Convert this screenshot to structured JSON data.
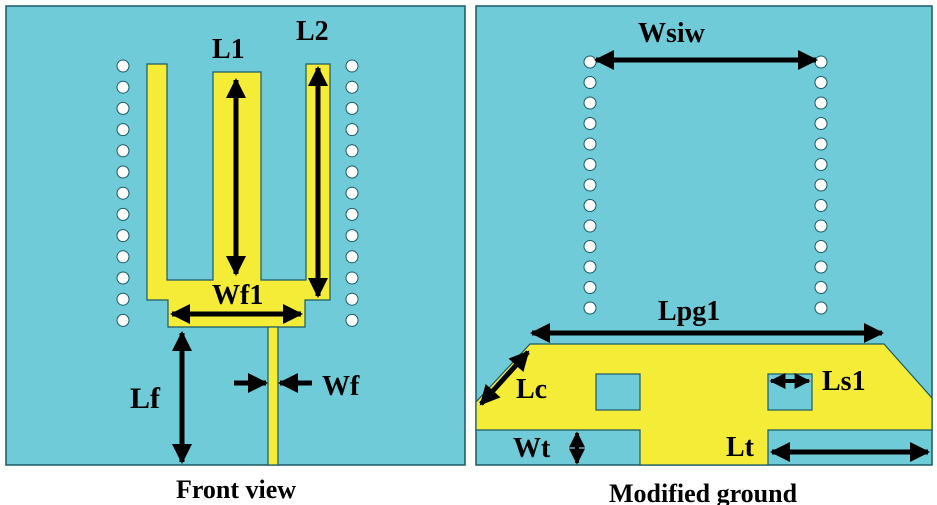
{
  "colors": {
    "substrate": "#6fcbd8",
    "metal": "#f4ec36",
    "outline": "#1a5a66",
    "arrow": "#000000",
    "via_fill": "#ffffff"
  },
  "front_view": {
    "caption": "Front view",
    "labels": {
      "L1": "L1",
      "L2": "L2",
      "Wf1": "Wf1",
      "Lf": "Lf",
      "Wf": "Wf"
    }
  },
  "modified_ground": {
    "caption": "Modified ground",
    "labels": {
      "Wsiw": "Wsiw",
      "Lpg1": "Lpg1",
      "Lc": "Lc",
      "Ls1": "Ls1",
      "Wt": "Wt",
      "Lt": "Lt"
    }
  }
}
